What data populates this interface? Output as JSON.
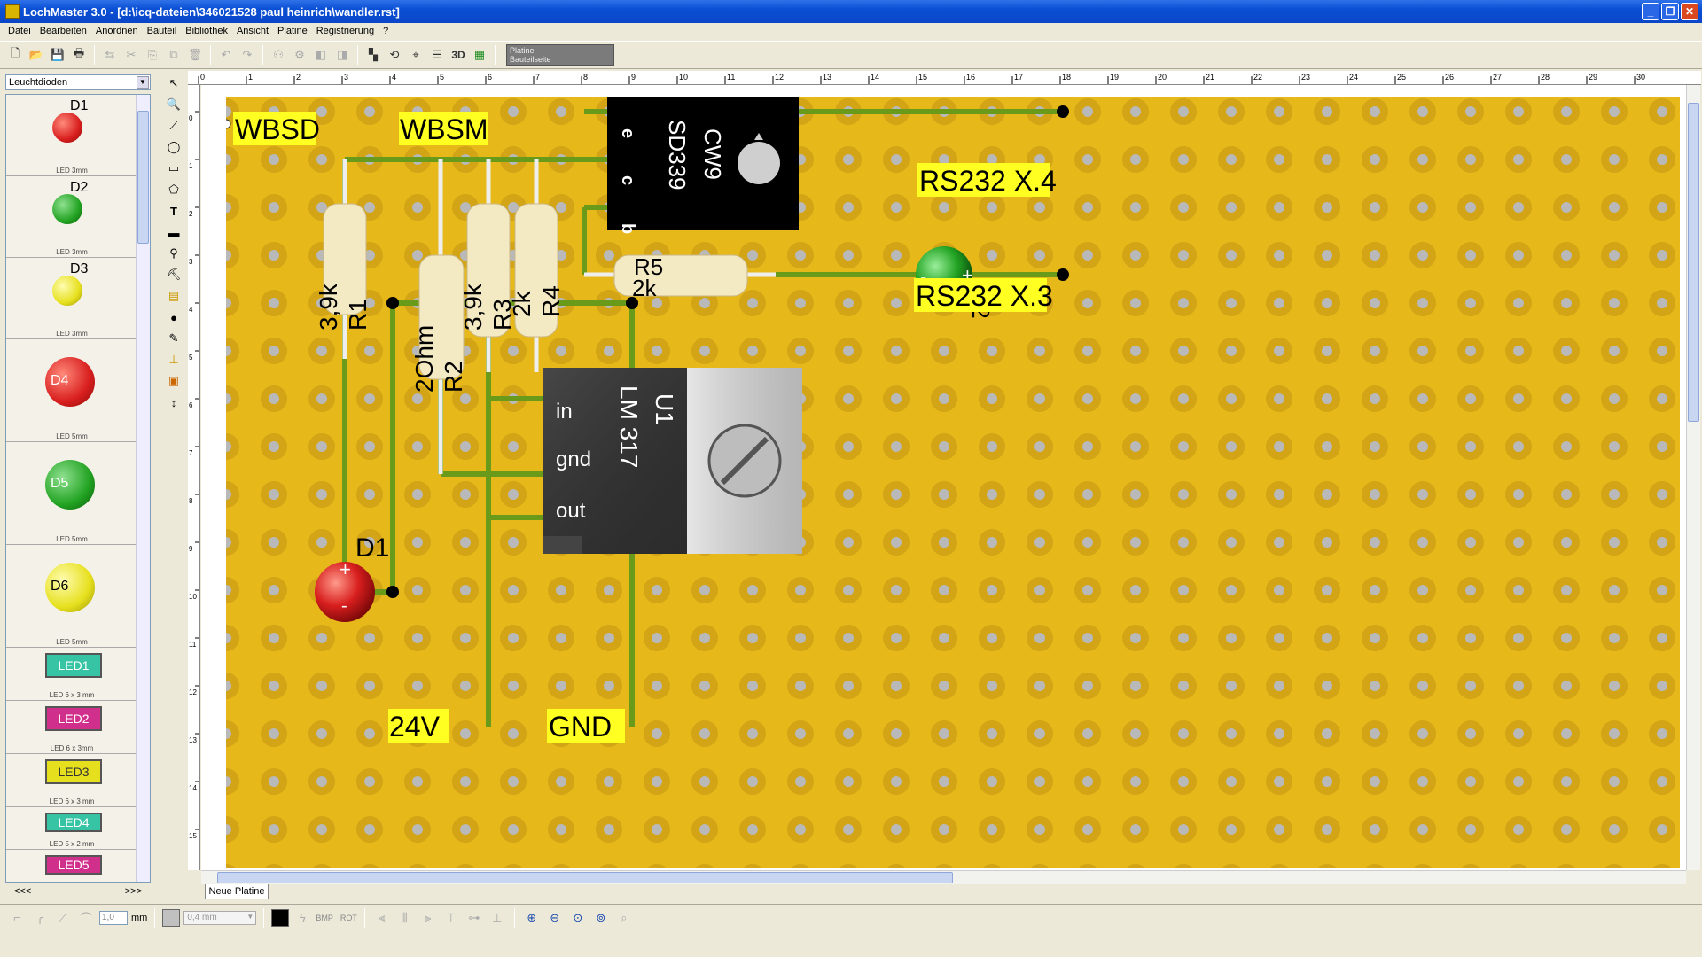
{
  "window": {
    "title": "LochMaster 3.0 - [d:\\icq-dateien\\346021528 paul heinrich\\wandler.rst]"
  },
  "menu": [
    "Datei",
    "Bearbeiten",
    "Anordnen",
    "Bauteil",
    "Bibliothek",
    "Ansicht",
    "Platine",
    "Registrierung",
    "?"
  ],
  "toolbar": {
    "three_d": "3D",
    "layer_line1": "Platine",
    "layer_line2": "Bauteilseite"
  },
  "library": {
    "category": "Leuchtdioden",
    "items": [
      {
        "label": "D1",
        "caption": "LED 3mm",
        "color": "#d81e1e"
      },
      {
        "label": "D2",
        "caption": "LED 3mm",
        "color": "#22a322"
      },
      {
        "label": "D3",
        "caption": "LED 3mm",
        "color": "#e6e01e"
      },
      {
        "label": "D4",
        "caption": "LED 5mm",
        "color": "#d81e1e"
      },
      {
        "label": "D5",
        "caption": "LED 5mm",
        "color": "#22a322"
      },
      {
        "label": "D6",
        "caption": "LED 5mm",
        "color": "#e6e01e"
      },
      {
        "label": "LED1",
        "caption": "LED 6 x 3 mm",
        "color": "#36c4a4"
      },
      {
        "label": "LED2",
        "caption": "LED 6 x 3mm",
        "color": "#d0308c"
      },
      {
        "label": "LED3",
        "caption": "LED 6 x 3 mm",
        "color": "#e6df1e"
      },
      {
        "label": "LED4",
        "caption": "LED 5 x 2 mm",
        "color": "#36c4a4"
      },
      {
        "label": "LED5",
        "caption": "",
        "color": "#d0308c"
      }
    ],
    "nav_prev": "<<<",
    "nav_next": ">>>"
  },
  "ruler": {
    "top": [
      "0",
      "1",
      "2",
      "3",
      "4",
      "5",
      "6",
      "7",
      "8",
      "9",
      "10",
      "11",
      "12",
      "13",
      "14",
      "15",
      "16",
      "17",
      "18",
      "19",
      "20",
      "21",
      "22",
      "23",
      "24",
      "25",
      "26",
      "27",
      "28",
      "29",
      "30"
    ],
    "left": [
      "0",
      "1",
      "2",
      "3",
      "4",
      "5",
      "6",
      "7",
      "8",
      "9",
      "10",
      "11",
      "12",
      "13",
      "14",
      "15"
    ]
  },
  "board": {
    "color": "#e6b81a",
    "labels": {
      "wbsd": "WBSD",
      "wbsm": "WBSM",
      "rs232_4": "RS232 X.4",
      "rs232_3": "RS232 X.3",
      "v24": "24V",
      "gnd": "GND"
    },
    "transistor": {
      "name": "CW9",
      "type": "SD339",
      "pins": [
        "e",
        "c",
        "b"
      ]
    },
    "regulator": {
      "name": "U1",
      "type": "LM 317",
      "pins": [
        "in",
        "gnd",
        "out"
      ]
    },
    "resistors": [
      {
        "name": "R1",
        "value": "3,9k"
      },
      {
        "name": "R2",
        "value": "2Ohm"
      },
      {
        "name": "R3",
        "value": "3,9k"
      },
      {
        "name": "R4",
        "value": "2k"
      },
      {
        "name": "R5",
        "value": "2k"
      }
    ],
    "leds": [
      {
        "name": "D1",
        "color": "#d81e1e"
      },
      {
        "name": "D2",
        "color": "#22a322"
      }
    ]
  },
  "tabs": [
    "Neue Platine"
  ],
  "status": {
    "line_width": "1,0",
    "unit": "mm",
    "pad_size": "0,4 mm",
    "bmp": "BMP",
    "rot": "ROT"
  }
}
